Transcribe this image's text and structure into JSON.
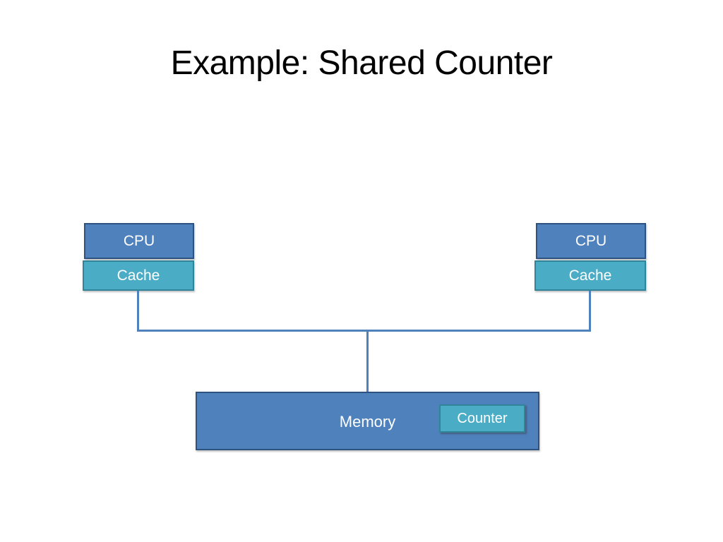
{
  "slide": {
    "title": "Example: Shared Counter"
  },
  "diagram": {
    "left_cpu_label": "CPU",
    "left_cache_label": "Cache",
    "right_cpu_label": "CPU",
    "right_cache_label": "Cache",
    "memory_label": "Memory",
    "counter_label": "Counter"
  },
  "colors": {
    "slide_bg": "#ffffff",
    "title_color": "#000000",
    "box_text": "#ffffff",
    "cpu_fill": "#4F81BD",
    "cpu_border": "#2E5380",
    "cache_fill": "#4BACC6",
    "cache_border": "#31859B",
    "memory_fill": "#4F81BD",
    "memory_border": "#2E5380",
    "counter_fill": "#4BACC6",
    "counter_border": "#31859B",
    "connector": "#4F81BD"
  }
}
